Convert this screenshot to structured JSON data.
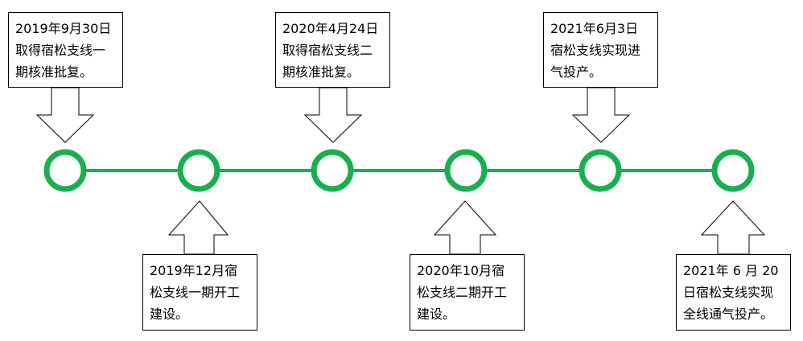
{
  "colors": {
    "timeline": "#18b04f",
    "arrow_stroke": "#000000",
    "box_border": "#000000",
    "text": "#000000"
  },
  "events": [
    {
      "text": "2019年9月30日取得宿松支线一期核准批复。",
      "position": "above"
    },
    {
      "text": "2019年12月宿松支线一期开工建设。",
      "position": "below"
    },
    {
      "text": "2020年4月24日取得宿松支线二期核准批复。",
      "position": "above"
    },
    {
      "text": "2020年10月宿松支线二期开工建设。",
      "position": "below"
    },
    {
      "text": "2021年6月3日宿松支线实现进气投产。",
      "position": "above"
    },
    {
      "text": "2021年 6 月 20 日宿松支线实现全线通气投产。",
      "position": "below"
    }
  ]
}
